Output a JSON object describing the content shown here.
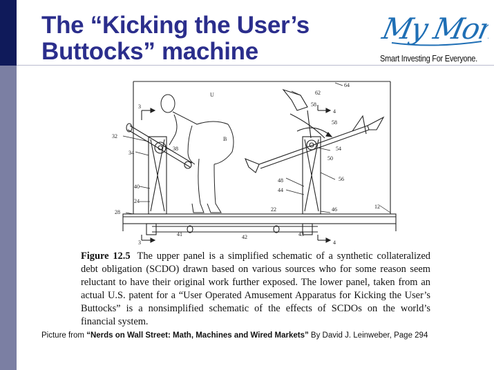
{
  "slide": {
    "title_line1": "The “Kicking the User’s",
    "title_line2": "Buttocks” machine",
    "colors": {
      "title": "#2b2e8c",
      "sidebar": "#7b7fa3",
      "sidebar_top": "#0f1a5a",
      "logo": "#1f6fb5"
    }
  },
  "logo": {
    "script_text": "My Money",
    "tagline": "Smart Investing For Everyone."
  },
  "figure": {
    "labels": {
      "u": "U",
      "b": "B",
      "n64": "64",
      "n62": "62",
      "n58a": "58",
      "n4a": "4",
      "n58b": "58",
      "n3a": "3",
      "n32": "32",
      "n34": "34",
      "n38": "38",
      "n54": "54",
      "n50": "50",
      "n56": "56",
      "n40": "40",
      "n48": "48",
      "n44": "44",
      "n24": "24",
      "n28": "28",
      "n22": "22",
      "n46": "46",
      "n12": "12",
      "n41": "41",
      "n42": "42",
      "n43": "43",
      "n3b": "3",
      "n4b": "4"
    }
  },
  "caption": {
    "label": "Figure 12.5",
    "text": "The upper panel is a simplified schematic of a synthetic collateralized debt obligation (SCDO) drawn based on various sources who for some reason seem reluctant to have their original work further exposed. The lower panel, taken from an actual U.S. patent for a “User Operated Amusement Apparatus for Kicking the User’s Buttocks” is a nonsimplified schematic of the effects of SCDOs on the world’s financial system."
  },
  "credit": {
    "prefix": "Picture from ",
    "book": "“Nerds on Wall Street: Math, Machines and Wired Markets”",
    "suffix": " By David J. Leinweber, Page 294"
  }
}
